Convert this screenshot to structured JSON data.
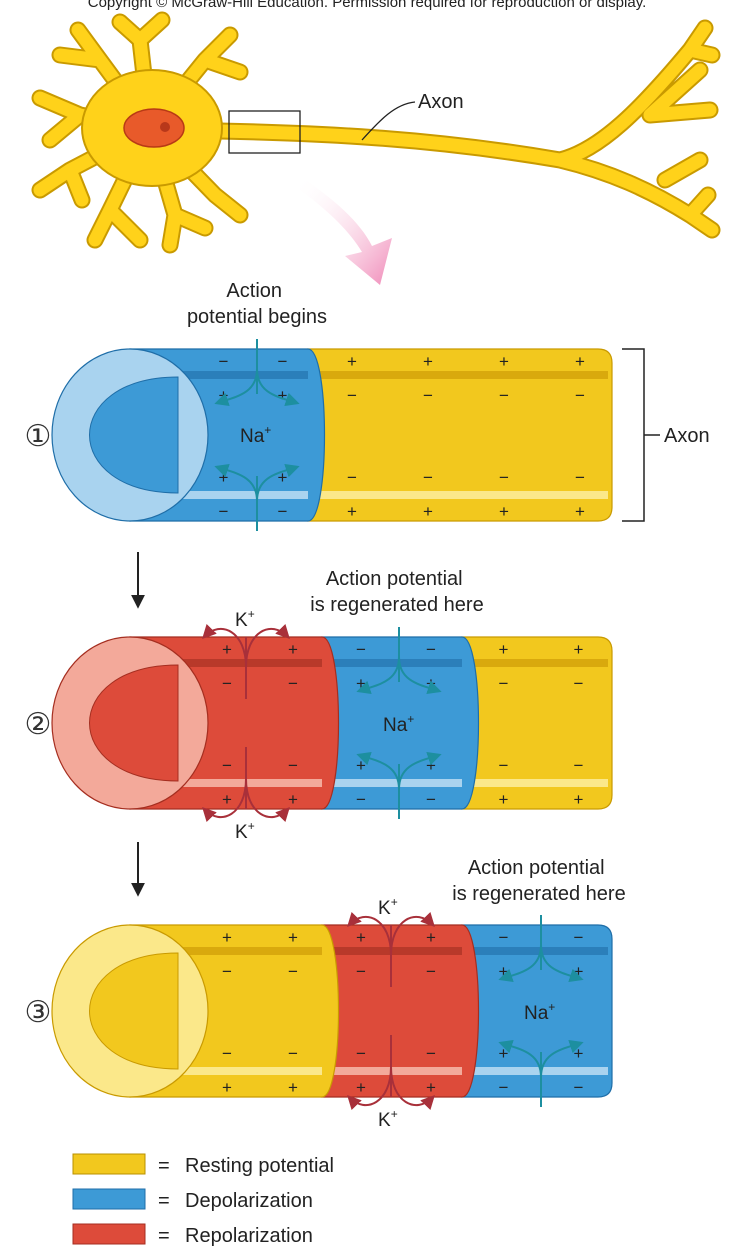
{
  "copyright": "Copyright © McGraw-Hill Education. Permission required for reproduction or display.",
  "neuron": {
    "axon_label": "Axon"
  },
  "colors": {
    "resting": "#f2c81e",
    "resting_light": "#fbe88a",
    "depolarization": "#3d9ad6",
    "depolarization_light": "#a9d3ef",
    "repolarization": "#dd4b3a",
    "repolarization_light": "#f3a99a",
    "neuron_body": "#ffd21a",
    "nucleus": "#e85a2a",
    "arrow_blue": "#1d8fa0",
    "arrow_red": "#a8303a"
  },
  "steps": [
    {
      "number": "①",
      "caption": [
        "Action",
        "potential begins"
      ],
      "side_label": "Axon",
      "segments": [
        "depolarization",
        "resting"
      ],
      "ions": [
        {
          "label": "Na",
          "sup": "+",
          "color": "blue"
        }
      ]
    },
    {
      "number": "②",
      "caption": [
        "Action potential",
        "is regenerated here"
      ],
      "segments": [
        "repolarization",
        "depolarization",
        "resting"
      ],
      "ions": [
        {
          "label": "K",
          "sup": "+",
          "color": "red"
        },
        {
          "label": "Na",
          "sup": "+",
          "color": "blue"
        }
      ]
    },
    {
      "number": "③",
      "caption": [
        "Action potential",
        "is regenerated here"
      ],
      "segments": [
        "resting",
        "repolarization",
        "depolarization"
      ],
      "ions": [
        {
          "label": "K",
          "sup": "+",
          "color": "red"
        },
        {
          "label": "Na",
          "sup": "+",
          "color": "blue"
        }
      ]
    }
  ],
  "signs": {
    "plus": "+",
    "minus": "−"
  },
  "legend": [
    {
      "key": "resting",
      "eq": "=",
      "label": "Resting potential"
    },
    {
      "key": "depolarization",
      "eq": "=",
      "label": "Depolarization"
    },
    {
      "key": "repolarization",
      "eq": "=",
      "label": "Repolarization"
    }
  ]
}
